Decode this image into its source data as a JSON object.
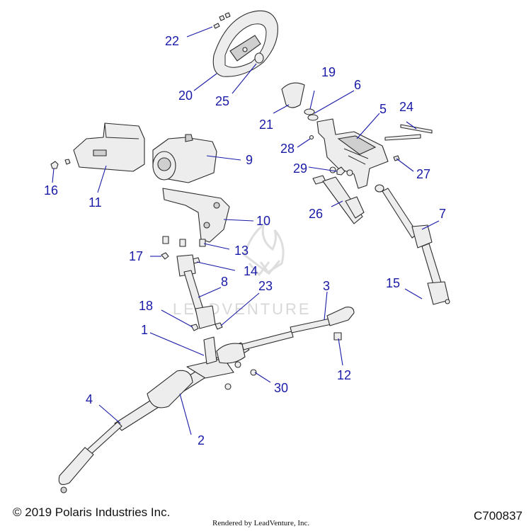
{
  "watermark": {
    "text": "LEADVENTURE",
    "logo": "leadventure-flame-logo"
  },
  "footer": {
    "copyright": "© 2019 Polaris Industries Inc.",
    "rendered_by": "Rendered by LeadVenture, Inc.",
    "diagram_id": "C700837"
  },
  "callouts": {
    "n1": "1",
    "n2": "2",
    "n3": "3",
    "n4": "4",
    "n5": "5",
    "n6": "6",
    "n7": "7",
    "n8": "8",
    "n9": "9",
    "n10": "10",
    "n11": "11",
    "n12": "12",
    "n13": "13",
    "n14": "14",
    "n15": "15",
    "n16": "16",
    "n17": "17",
    "n18": "18",
    "n19": "19",
    "n20": "20",
    "n21": "21",
    "n22": "22",
    "n23": "23",
    "n24": "24",
    "n25": "25",
    "n26": "26",
    "n27": "27",
    "n28": "28",
    "n29": "29",
    "n30": "30"
  },
  "colors": {
    "callout": "#1a1aa8",
    "line_art": "#2b2b2b",
    "part_fill": "#ededed"
  }
}
